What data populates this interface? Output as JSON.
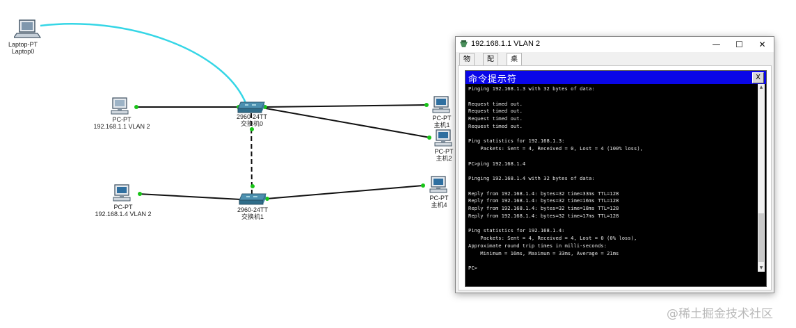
{
  "topology": {
    "devices": [
      {
        "id": "laptop0",
        "type_label": "Laptop-PT",
        "name_label": "Laptop0"
      },
      {
        "id": "pc_vlan2",
        "type_label": "PC-PT",
        "name_label": "192.168.1.1 VLAN 2"
      },
      {
        "id": "switch0",
        "type_label": "2960-24TT",
        "name_label": "交换机0"
      },
      {
        "id": "host1",
        "type_label": "PC-PT",
        "name_label": "主机1"
      },
      {
        "id": "host2",
        "type_label": "PC-PT",
        "name_label": "主机2"
      },
      {
        "id": "pc_vlan2_b",
        "type_label": "PC-PT",
        "name_label": "192.168.1.4  VLAN 2"
      },
      {
        "id": "switch1",
        "type_label": "2960-24TT",
        "name_label": "交换机1"
      },
      {
        "id": "host4",
        "type_label": "PC-PT",
        "name_label": "主机4"
      }
    ],
    "colors": {
      "console_cable": "#35d6e6",
      "link": "#111111",
      "link_up": "#18c418"
    }
  },
  "window": {
    "title": "192.168.1.1 VLAN 2",
    "minimize_glyph": "—",
    "maximize_glyph": "☐",
    "close_glyph": "✕",
    "tabs": [
      "物理",
      "配置",
      "桌面"
    ],
    "active_tab": "桌面"
  },
  "cmd": {
    "title": "命令提示符",
    "close_glyph": "X",
    "lines": [
      "Pinging 192.168.1.3 with 32 bytes of data:",
      "",
      "Request timed out.",
      "Request timed out.",
      "Request timed out.",
      "Request timed out.",
      "",
      "Ping statistics for 192.168.1.3:",
      "    Packets: Sent = 4, Received = 0, Lost = 4 (100% loss),",
      "",
      "PC>ping 192.168.1.4",
      "",
      "Pinging 192.168.1.4 with 32 bytes of data:",
      "",
      "Reply from 192.168.1.4: bytes=32 time=33ms TTL=128",
      "Reply from 192.168.1.4: bytes=32 time=16ms TTL=128",
      "Reply from 192.168.1.4: bytes=32 time=18ms TTL=128",
      "Reply from 192.168.1.4: bytes=32 time=17ms TTL=128",
      "",
      "Ping statistics for 192.168.1.4:",
      "    Packets: Sent = 4, Received = 4, Lost = 0 (0% loss),",
      "Approximate round trip times in milli-seconds:",
      "    Minimum = 16ms, Maximum = 33ms, Average = 21ms",
      "",
      "PC>"
    ]
  },
  "watermark": "@稀土掘金技术社区"
}
